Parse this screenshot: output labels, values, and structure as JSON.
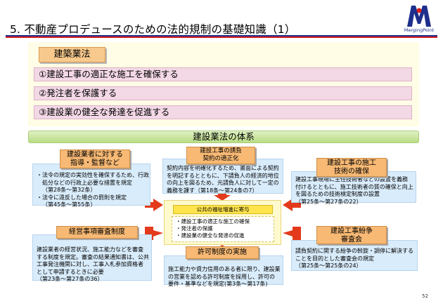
{
  "header": {
    "title": "5. 不動産プロデュースのための法的規制の基礎知識（1）",
    "logo_text": "MergingPoint"
  },
  "law": {
    "tag": "建築業法",
    "goals": [
      "①建設工事の適正な施工を確保する",
      "②発注者を保護する",
      "③建設業の健全な発達を促進する"
    ]
  },
  "system": {
    "banner": "建設業法の体系",
    "blocks": {
      "supervision": {
        "label": [
          "建設業者に対する",
          "指導・監督など"
        ],
        "text": [
          "・法令の規定の実効性を確保するため、行政",
          "　処分などの行政上必要な措置を規定",
          "（第28条〜第32条）",
          "・法令に違反した場合の罰則を規定",
          "（第45条〜第55条）"
        ]
      },
      "contract": {
        "label": [
          "建設工事の請負",
          "契約の適正化"
        ],
        "text": [
          "契約内容を明確化するため、書面による契約",
          "を明記するとともに、下請負人の経済的地位",
          "の向上を図るため、元請負人に対して一定の",
          "義務を課す（第18条〜第24条の7）"
        ]
      },
      "quality": {
        "label": [
          "建設工事の施工",
          "技術の確保"
        ],
        "text": [
          "建設工事現場に主任技術者などの設置を義務",
          "付けるとともに、施工技術者の質の確保と向上",
          "を図るための技術検定制度の設置",
          "（第25条〜第27条の22）"
        ]
      },
      "review": {
        "label": [
          "経営事項審査制度"
        ],
        "text": [
          "建設業者の経営状況、施工能力などを審査",
          "する制度を規定。審査の結果通知書は、公共",
          "工事発注機関に対し、工事入札参加資格者",
          "として申請するときに必要",
          "（第23条〜第27条の36）"
        ]
      },
      "permit": {
        "label": [
          "許可制度の実施"
        ],
        "text": [
          "施工能力や資力信用のある者に限り、建設業",
          "の営業を認める許可制度を採用し、許可の",
          "要件・基準などを規定(第3条〜第17条)"
        ]
      },
      "dispute": {
        "label": [
          "建設工事紛争",
          "審査会"
        ],
        "text": [
          "請負契約に関する紛争の斡旋・調停に解決する",
          "ことを目的とした審査会の規定",
          "（第25条〜第25条の24）"
        ]
      }
    },
    "center": {
      "title": "公共の福祉増進に寄与",
      "items": [
        "・建設工事の適正な施工の確保",
        "・発注者の保護",
        "・建設業の健全な発達の促進"
      ]
    }
  },
  "footer": {
    "page": "52"
  },
  "colors": {
    "brand_blue": "#1d2e8c",
    "brand_red": "#d81e1e",
    "label_orange": "#f7b974",
    "card_blue": "#d9ecfb",
    "goal_pink": "#f3d8e6",
    "banner_green": "#b9dc84",
    "arrow_red": "#e43a1c"
  }
}
